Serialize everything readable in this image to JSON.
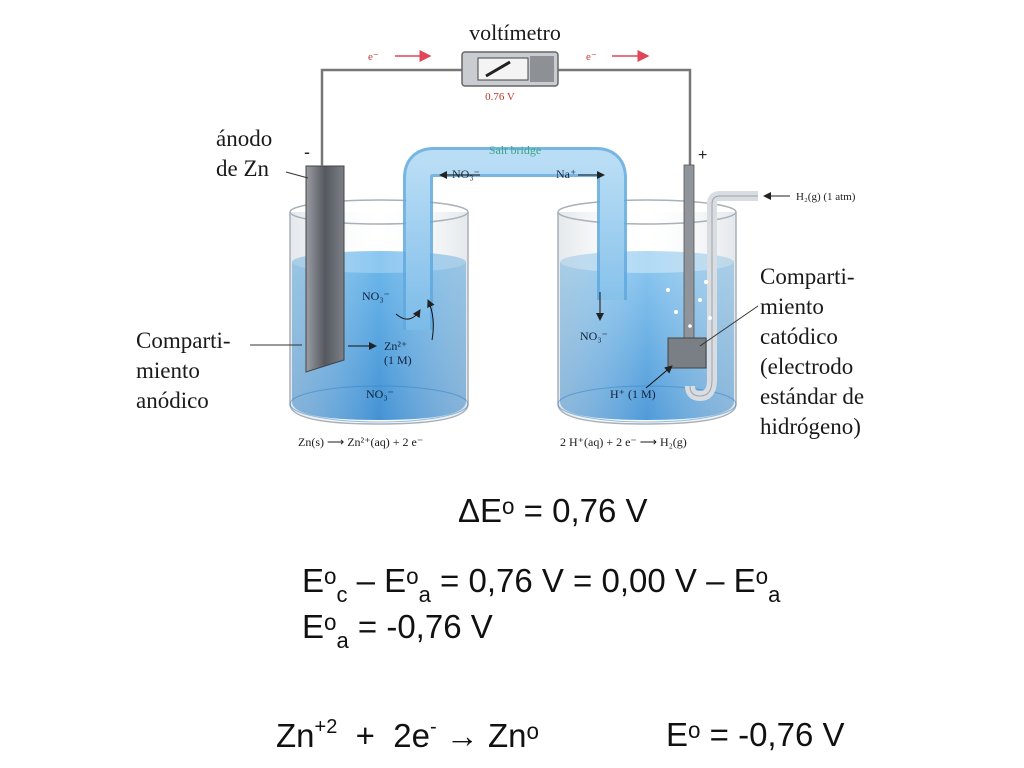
{
  "labels": {
    "voltimetro": "voltímetro",
    "voltage_reading": "0.76 V",
    "electron_left": "e⁻",
    "electron_right": "e⁻",
    "minus_sign": "-",
    "plus_sign": "+",
    "anode_line1": "ánodo",
    "anode_line2": "de Zn",
    "salt_bridge": "Salt bridge",
    "no3_bridge": "NO₃⁻",
    "na_bridge": "Na⁺",
    "h2_gas": "H₂(g) (1 atm)",
    "no3_left_upper": "NO₃⁻",
    "zn2_ion": "Zn²⁺",
    "zn2_conc": "(1 M)",
    "no3_left_lower": "NO₃⁻",
    "no3_right": "NO₃⁻",
    "h_ion": "H⁺ (1 M)",
    "anode_reaction": "Zn(s) ⟶ Zn²⁺(aq) + 2 e⁻",
    "cathode_reaction": "2 H⁺(aq) + 2 e⁻ ⟶ H₂(g)",
    "anodic_compartment": [
      "Comparti-",
      "miento",
      "anódico"
    ],
    "cathodic_compartment": [
      "Comparti-",
      "miento",
      "catódico",
      "(electrodo",
      "estándar de",
      "hidrógeno)"
    ]
  },
  "equations": {
    "delta_e": "ΔEᵒ = 0,76 V",
    "line2": {
      "e": "Eᵒ",
      "c": "c",
      "mid1": " – Eᵒ",
      "a": "a",
      "rest": " = 0,76 V = 0,00 V – Eᵒ",
      "a2": "a"
    },
    "line3": {
      "e": "Eᵒ",
      "a": "a",
      "rest": " = -0,76 V"
    },
    "line4": {
      "zn": "Zn",
      "charge": "+2",
      "mid": "  +  2e",
      "minus": "-",
      "arrow": " → Znᵒ",
      "e": "Eᵒ = -0,76 V"
    }
  },
  "colors": {
    "solution": "#4a9fde",
    "solution_light": "#bfe0f7",
    "salt_bridge": "#8fc8ee",
    "wire": "#777777",
    "electron_arrow": "#e0455a",
    "salt_bridge_text": "#3aa58a"
  }
}
